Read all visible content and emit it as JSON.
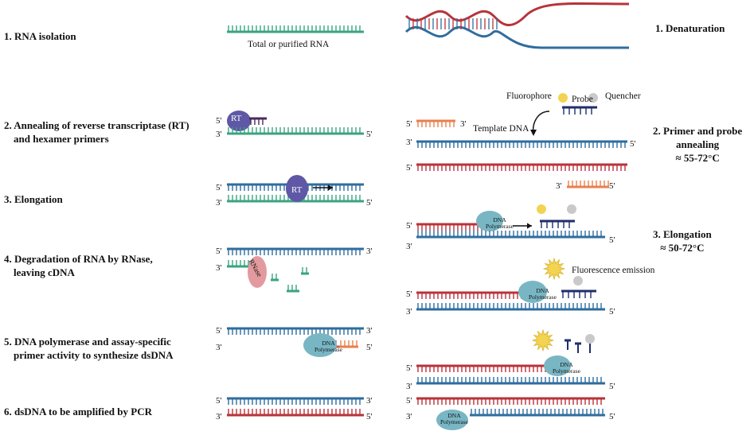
{
  "left_steps": [
    {
      "label": "1. RNA isolation"
    },
    {
      "label": "2. Annealing of reverse transcriptase (RT)",
      "label2": "and hexamer primers"
    },
    {
      "label": "3. Elongation"
    },
    {
      "label": "4. Degradation of RNA by RNase,",
      "label2": "leaving cDNA"
    },
    {
      "label": "5. DNA polymerase and assay-specific",
      "label2": "primer activity to synthesize dsDNA"
    },
    {
      "label": "6. dsDNA to be amplified by PCR"
    }
  ],
  "right_steps": [
    {
      "label": "1. Denaturation"
    },
    {
      "label": "2. Primer and probe",
      "label2": "annealing",
      "temp": "≈ 55-72°C"
    },
    {
      "label": "3. Elongation",
      "temp": "≈ 50-72°C"
    }
  ],
  "annotations": {
    "rna_caption": "Total or purified RNA",
    "fluorophore": "Fluorophore",
    "probe": "Probe",
    "quencher": "Quencher",
    "template_dna": "Template DNA",
    "fluorescence_emission": "Fluorescence emission",
    "rt": "RT",
    "rnase": "RNase",
    "dna": "DNA",
    "polymerase": "Polymerase",
    "five_prime": "5'",
    "three_prime": "3'"
  },
  "colors": {
    "rna_green": "#3aa47f",
    "dna_blue": "#2f6d9e",
    "dna_red": "#b8333a",
    "primer_orange": "#e8804f",
    "rt_purple": "#5e58a6",
    "rnase_pink": "#e39a9e",
    "polymerase_teal": "#79b6c4",
    "probe_navy": "#1f2f6b",
    "fluorophore_yellow": "#f3d452",
    "quencher_grey": "#c9c9c9"
  }
}
